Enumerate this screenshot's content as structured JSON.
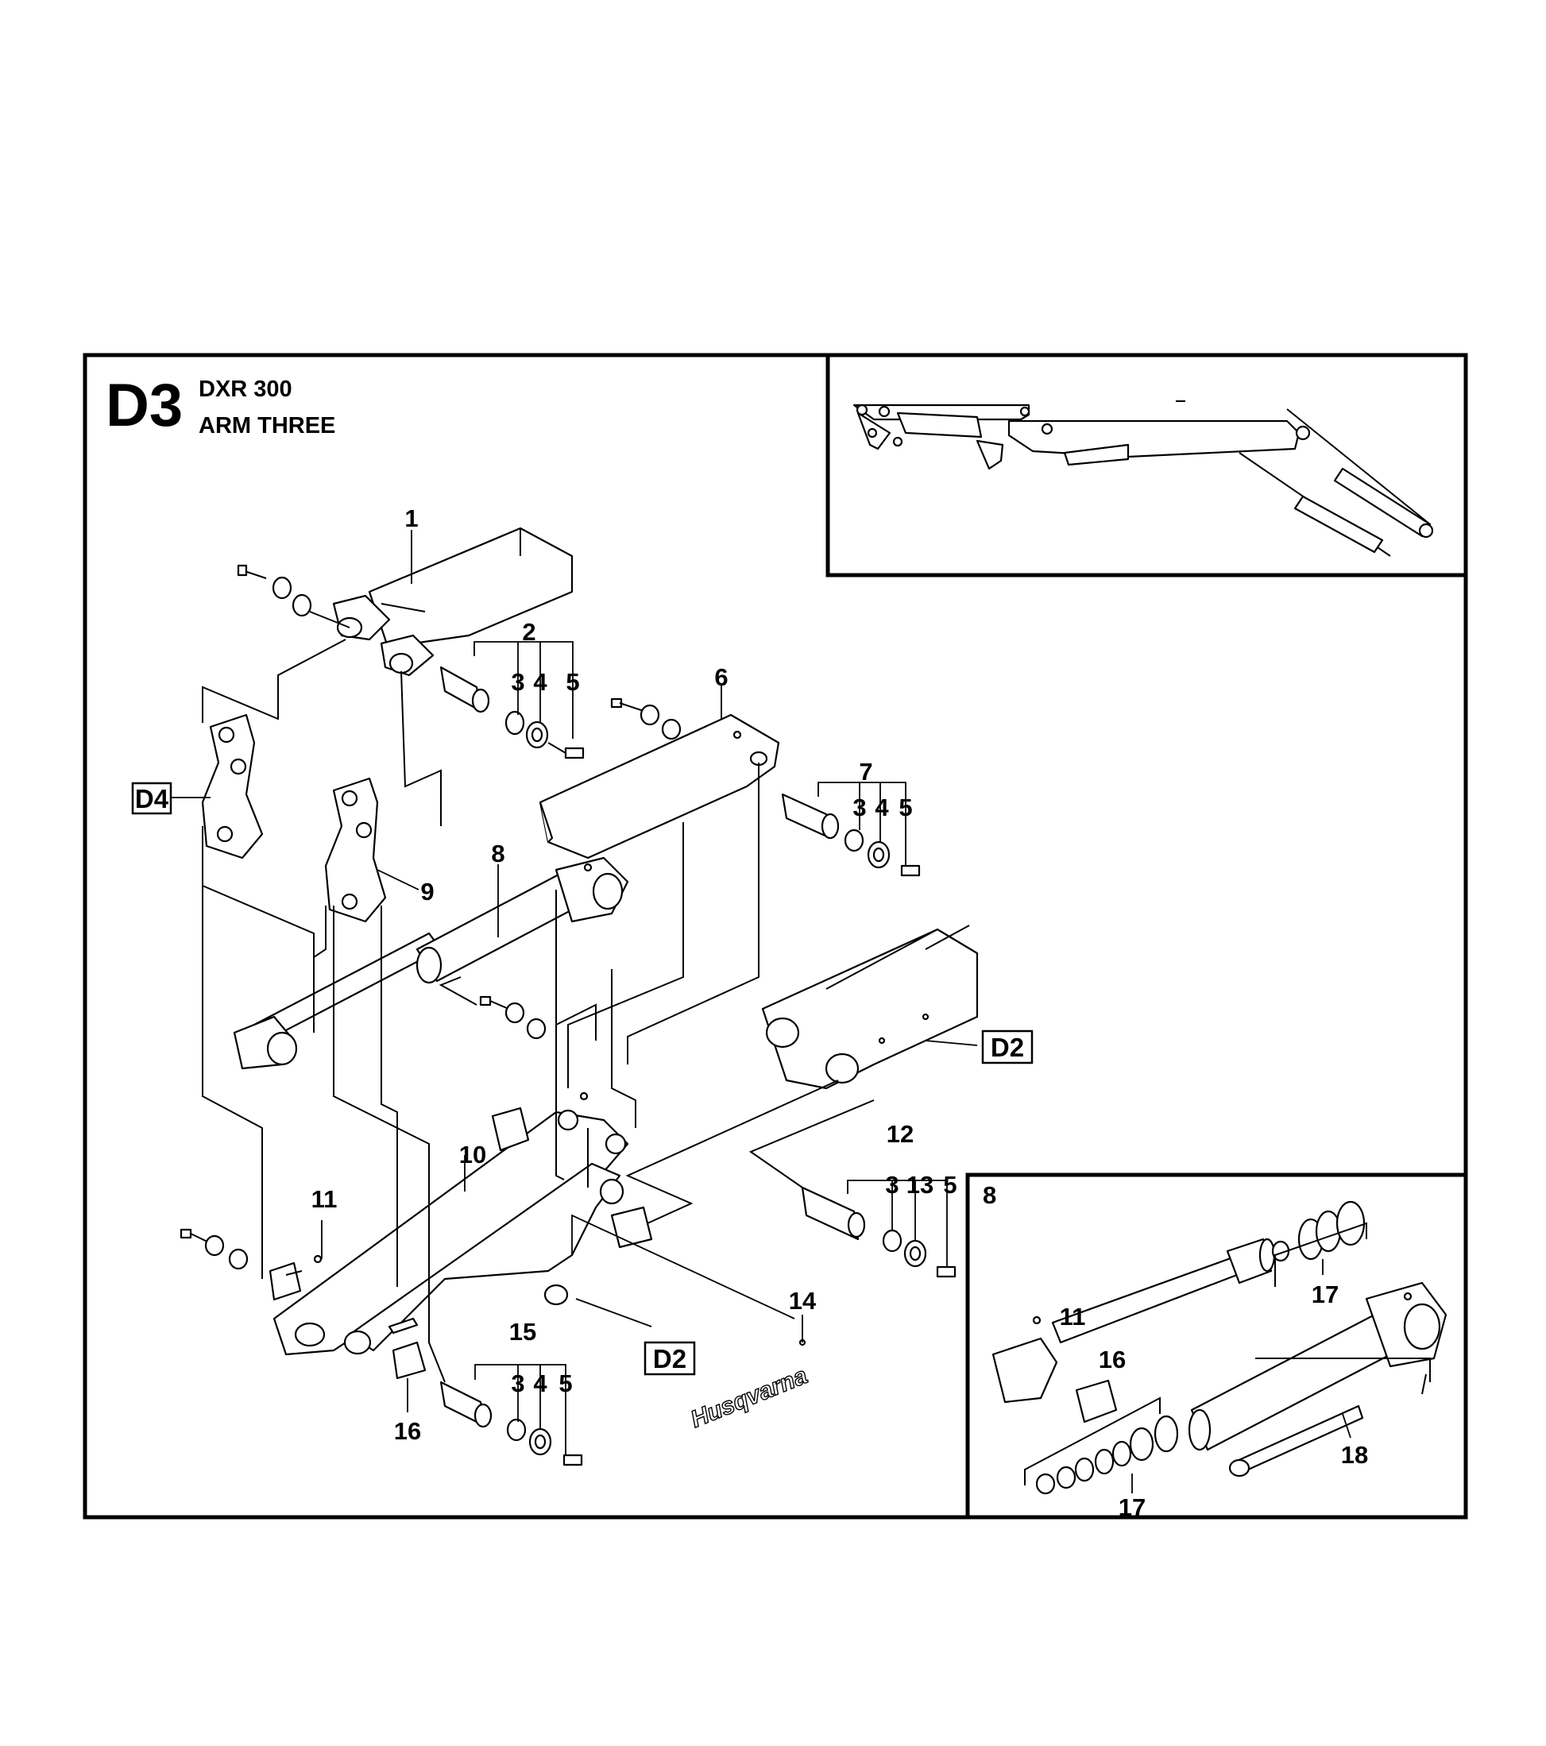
{
  "header": {
    "section": "D3",
    "model": "DXR 300",
    "group": "ARM THREE"
  },
  "references": {
    "d4": "D4",
    "d2_upper": "D2",
    "d2_lower": "D2"
  },
  "brand": "Husqvarna",
  "callouts": {
    "c1": "1",
    "c2": "2",
    "c2_3": "3",
    "c2_4": "4",
    "c2_5": "5",
    "c6": "6",
    "c7": "7",
    "c7_3": "3",
    "c7_4": "4",
    "c7_5": "5",
    "c8": "8",
    "c9": "9",
    "c10": "10",
    "c11": "11",
    "c12": "12",
    "c12_3": "3",
    "c12_13": "13",
    "c12_5": "5",
    "c14": "14",
    "c15": "15",
    "c15_3": "3",
    "c15_4": "4",
    "c15_5": "5",
    "c16": "16"
  },
  "inset_cylinder": {
    "label": "8",
    "c11": "11",
    "c16": "16",
    "c17_top": "17",
    "c17_bottom": "17",
    "c18": "18"
  }
}
